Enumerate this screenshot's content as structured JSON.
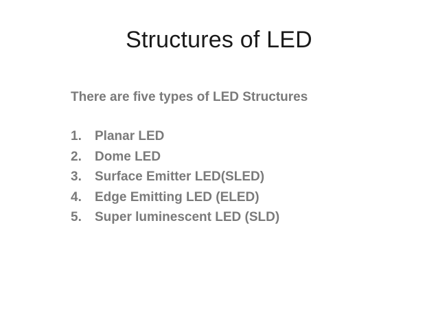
{
  "slide": {
    "title": "Structures of LED",
    "intro": "There are five types of LED Structures",
    "items": [
      {
        "number": "1.",
        "label": "Planar LED"
      },
      {
        "number": "2.",
        "label": "Dome LED"
      },
      {
        "number": "3.",
        "label": "Surface Emitter LED(SLED)"
      },
      {
        "number": "4.",
        "label": "Edge Emitting LED (ELED)"
      },
      {
        "number": "5.",
        "label": "Super luminescent LED (SLD)"
      }
    ],
    "colors": {
      "title": "#1a1a1a",
      "body": "#7a7a7a",
      "background": "#ffffff"
    }
  }
}
